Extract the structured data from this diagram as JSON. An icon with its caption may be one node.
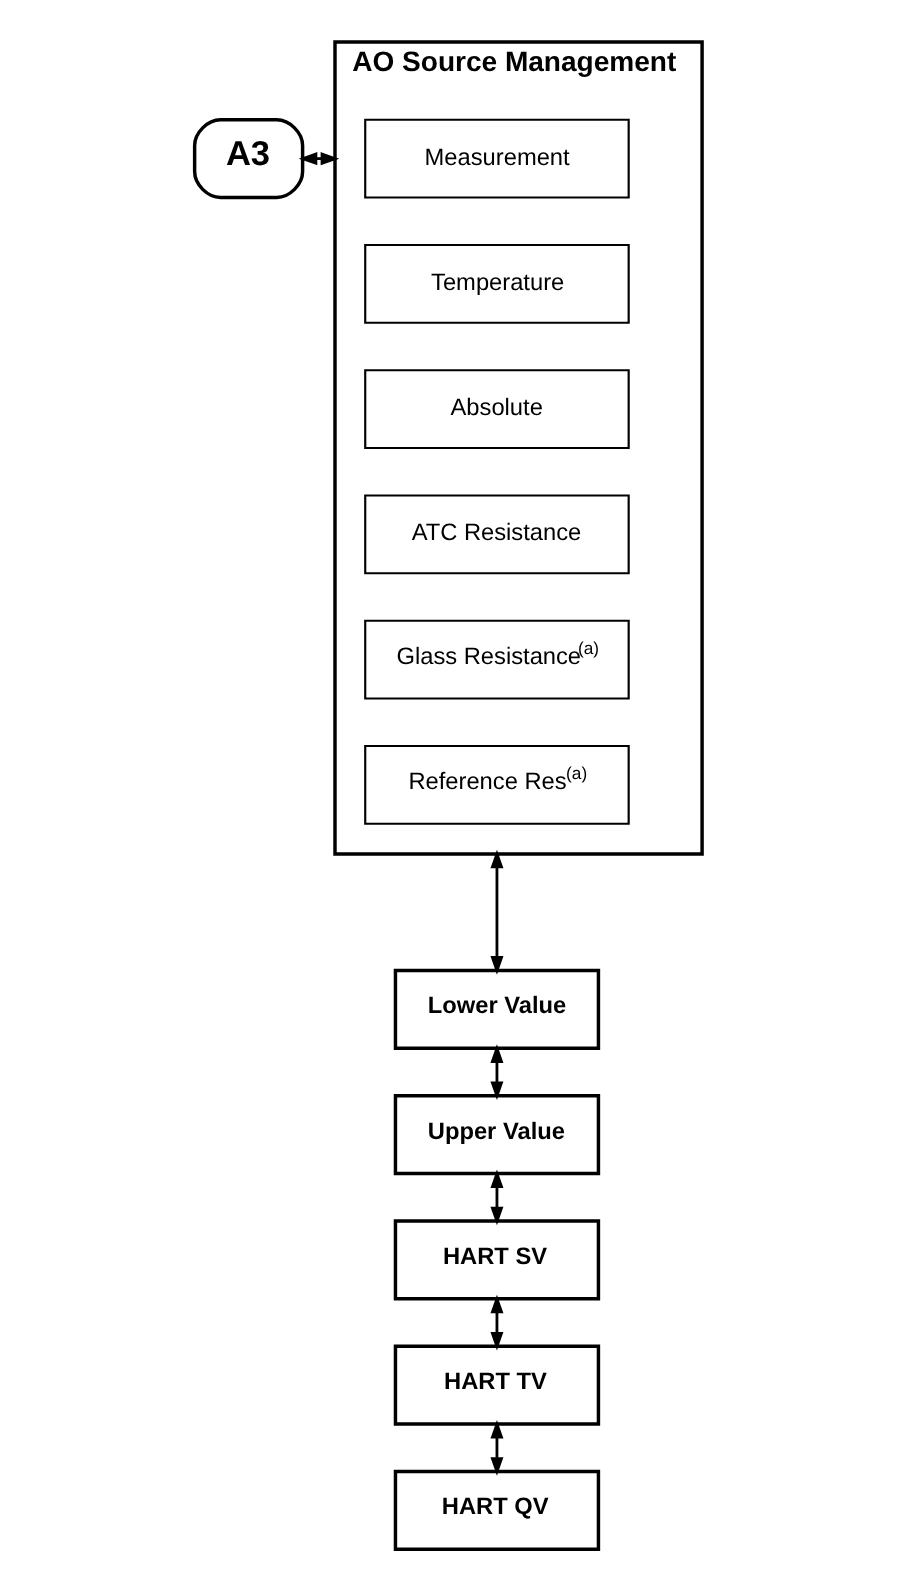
{
  "diagram": {
    "nodes": [
      {
        "text": [
          "A3"
        ]
      },
      {
        "text": [
          "AO Source Management"
        ]
      },
      {
        "text": [
          "Measurement"
        ],
        "in": 1
      },
      {
        "text": [
          "Temperature"
        ],
        "in": 1
      },
      {
        "text": [
          "Absolute"
        ],
        "in": 1
      },
      {
        "text": [
          "ATC Resistance"
        ],
        "in": 1
      },
      {
        "text": [
          "Glass Resistance$^{(a)}$"
        ],
        "in": 1
      },
      {
        "text": [
          "Reference Res$^{(a)}$"
        ],
        "in": 1
      },
      {
        "text": [
          "Lower Value"
        ]
      },
      {
        "text": [
          "Upper Value"
        ]
      },
      {
        "text": [
          "HART SV"
        ]
      },
      {
        "text": [
          "HART TV"
        ]
      },
      {
        "text": [
          "HART QV"
        ]
      }
    ],
    "edges": [
      {
        "from": 0,
        "to": 1,
        "arrow": "both"
      },
      {
        "from": 1,
        "to": 8,
        "arrow": "both"
      },
      {
        "from": 8,
        "to": 9,
        "arrow": "both"
      },
      {
        "from": 9,
        "to": 10,
        "arrow": "both"
      },
      {
        "from": 10,
        "to": 11,
        "arrow": "both"
      },
      {
        "from": 11,
        "to": 12,
        "arrow": "both"
      }
    ]
  }
}
